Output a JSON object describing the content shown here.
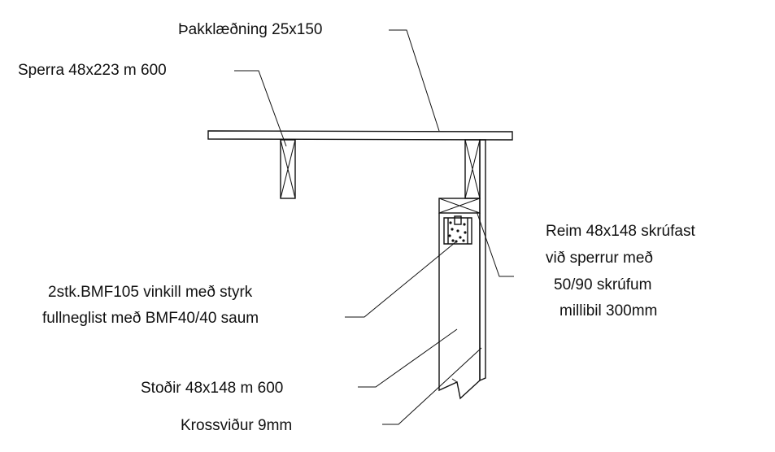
{
  "labels": {
    "roof_sheathing": "Þakklæðning 25x150",
    "rafter": "Sperra 48x223 m 600",
    "strap": [
      "Reim 48x148 skrúfast",
      "við sperrur með",
      "50/90 skrúfum",
      "millibil 300mm"
    ],
    "bracket": [
      "2stk.BMF105 vinkill með styrk",
      "fullneglist með BMF40/40 saum"
    ],
    "studs": "Stoðir 48x148 m 600",
    "plywood": "Krossviður 9mm"
  },
  "colors": {
    "ink": "#111111",
    "background": "#ffffff"
  }
}
